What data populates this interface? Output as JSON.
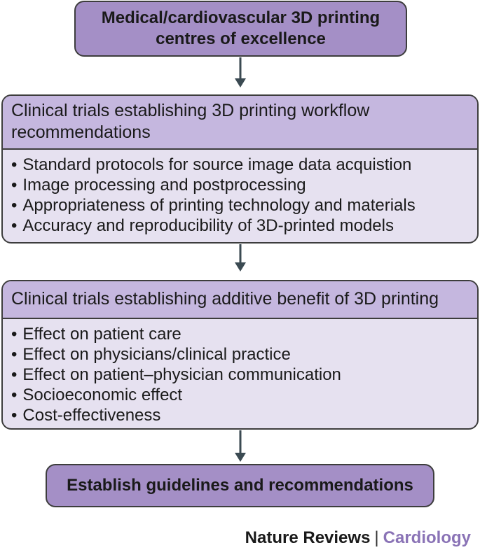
{
  "diagram": {
    "nodes": {
      "centres": {
        "text": "Medical/cardiovascular 3D printing centres of excellence"
      },
      "workflow": {
        "title": "Clinical trials establishing 3D printing workflow recommendations",
        "items": [
          "Standard protocols for source image data acquistion",
          "Image processing and postprocessing",
          "Appropriateness of printing technology and materials",
          "Accuracy and reproducibility of 3D-printed models"
        ]
      },
      "benefit": {
        "title": "Clinical trials establishing additive benefit of 3D printing",
        "items": [
          "Effect on patient care",
          "Effect on physicians/clinical practice",
          "Effect on patient–physician communication",
          "Socioeconomic effect",
          "Cost-effectiveness"
        ]
      },
      "guidelines": {
        "text": "Establish guidelines and recommendations"
      }
    },
    "edges": [
      {
        "from": "centres",
        "to": "workflow"
      },
      {
        "from": "workflow",
        "to": "benefit"
      },
      {
        "from": "benefit",
        "to": "guidelines"
      }
    ]
  },
  "footer": {
    "publisher": "Nature Reviews",
    "separator": "|",
    "journal": "Cardiology"
  },
  "colors": {
    "dark_box": "#a48fc6",
    "header_band": "#c5b7df",
    "light_body": "#e6e1f0",
    "border": "#3d3d3d",
    "arrow": "#3b4a52",
    "journal_text": "#8a73b6"
  }
}
